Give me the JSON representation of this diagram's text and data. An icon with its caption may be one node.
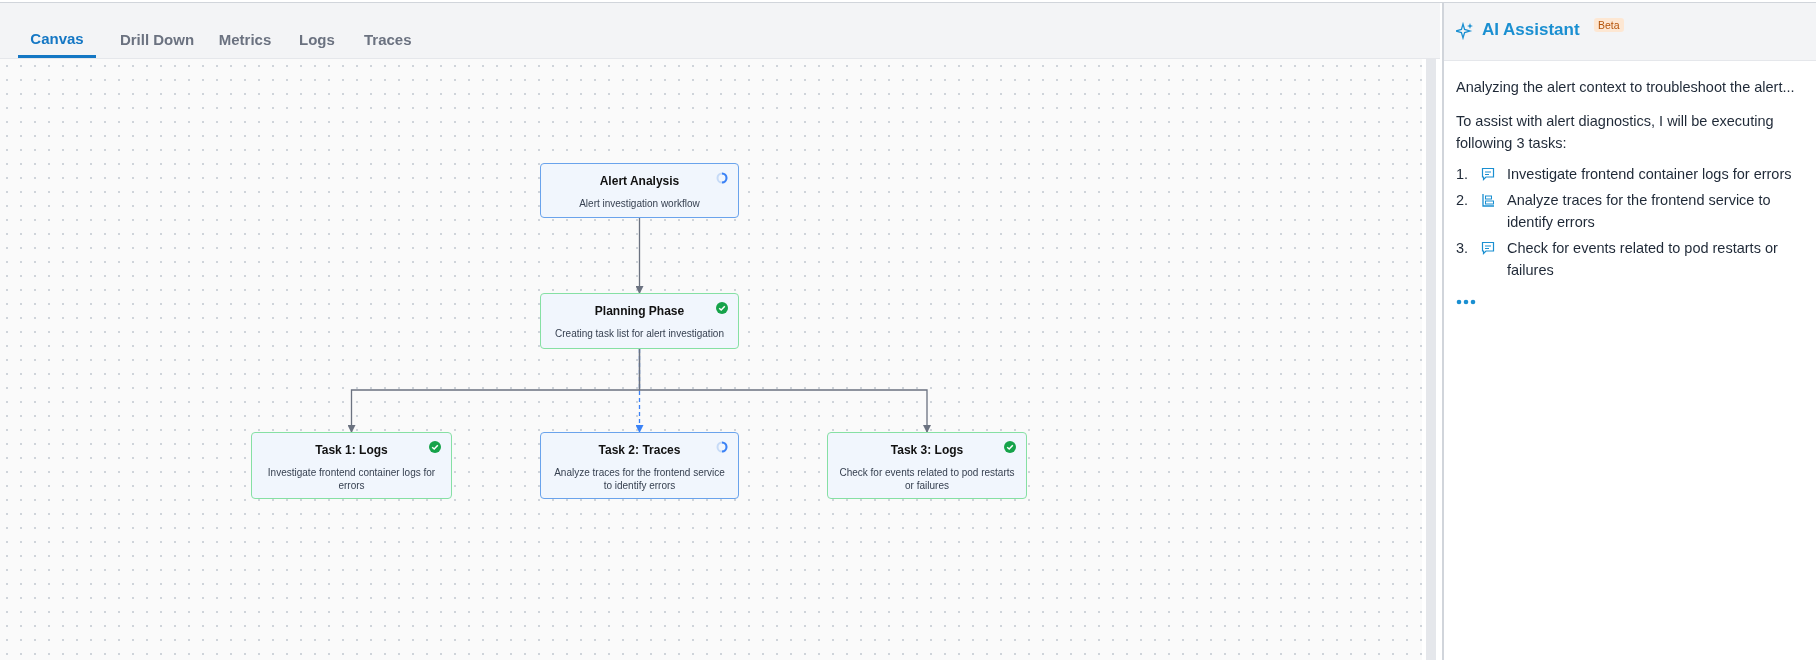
{
  "diagram": {
    "nodes": [
      {
        "text": [
          "Alert Analysis",
          "Alert investigation workflow"
        ]
      },
      {
        "text": [
          "Planning Phase",
          "Creating task list for alert investigation"
        ]
      },
      {
        "text": [
          "Task 1: Logs",
          "Investigate frontend container logs for errors"
        ]
      },
      {
        "text": [
          "Task 2: Traces",
          "Analyze traces for the frontend service to identify errors"
        ]
      },
      {
        "text": [
          "Task 3: Logs",
          "Check for events related to pod restarts or failures"
        ]
      }
    ],
    "edges": [
      {
        "from": 0,
        "to": 1,
        "arrow": "to"
      },
      {
        "from": 1,
        "to": 2,
        "arrow": "to"
      },
      {
        "from": 1,
        "to": 3,
        "arrow": "to",
        "style": "dashed",
        "color": "#3b82f6"
      },
      {
        "from": 1,
        "to": 4,
        "arrow": "to"
      }
    ],
    "labels": [
      "Canvas",
      "Drill Down",
      "Metrics",
      "Logs",
      "Traces",
      "AI Assistant",
      "Beta",
      "Analyzing the alert context to troubleshoot the alert...",
      "To assist with alert diagnostics, I will be executing following 3 tasks:",
      "1.",
      "Investigate frontend container logs for errors",
      "2.",
      "Analyze traces for the frontend service to identify errors",
      "3.",
      "Check for events related to pod restarts or failures"
    ]
  }
}
